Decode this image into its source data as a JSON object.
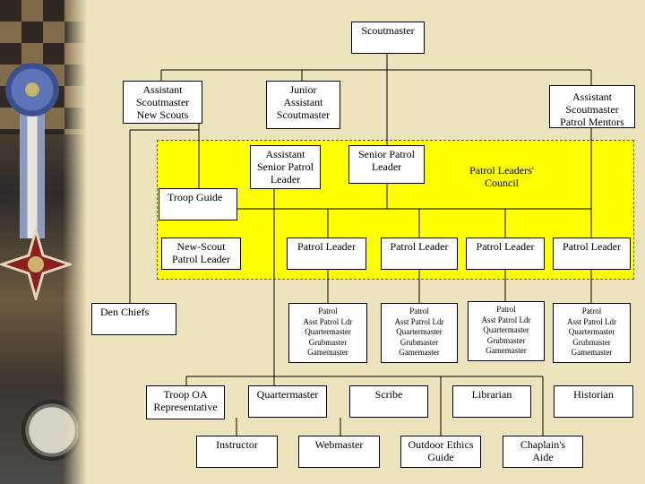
{
  "chart_data": {
    "type": "org-chart",
    "nodes": {
      "scoutmaster": "Scoutmaster",
      "asm_new_scouts": "Assistant\nScoutmaster\nNew Scouts",
      "junior_asm": "Junior\nAssistant\nScoutmaster",
      "asm_patrol_mentors": "Assistant\nScoutmaster\nPatrol Mentors",
      "asst_spl": "Assistant\nSenior Patrol\nLeader",
      "spl": "Senior Patrol\nLeader",
      "plc": "Patrol Leaders'\nCouncil",
      "troop_guide": "Troop Guide",
      "new_scout_pl": "New-Scout\nPatrol Leader",
      "patrol_leader": "Patrol Leader",
      "den_chiefs": "Den Chiefs",
      "patrol_members": "Patrol\nAsst Patrol Ldr\nQuartermaster\nGrubmaster\nGamemaster",
      "troop_oa": "Troop OA\nRepresentative",
      "quartermaster": "Quartermaster",
      "scribe": "Scribe",
      "librarian": "Librarian",
      "historian": "Historian",
      "instructor": "Instructor",
      "webmaster": "Webmaster",
      "outdoor_ethics": "Outdoor Ethics\nGuide",
      "chaplains_aide": "Chaplain's\nAide"
    }
  }
}
